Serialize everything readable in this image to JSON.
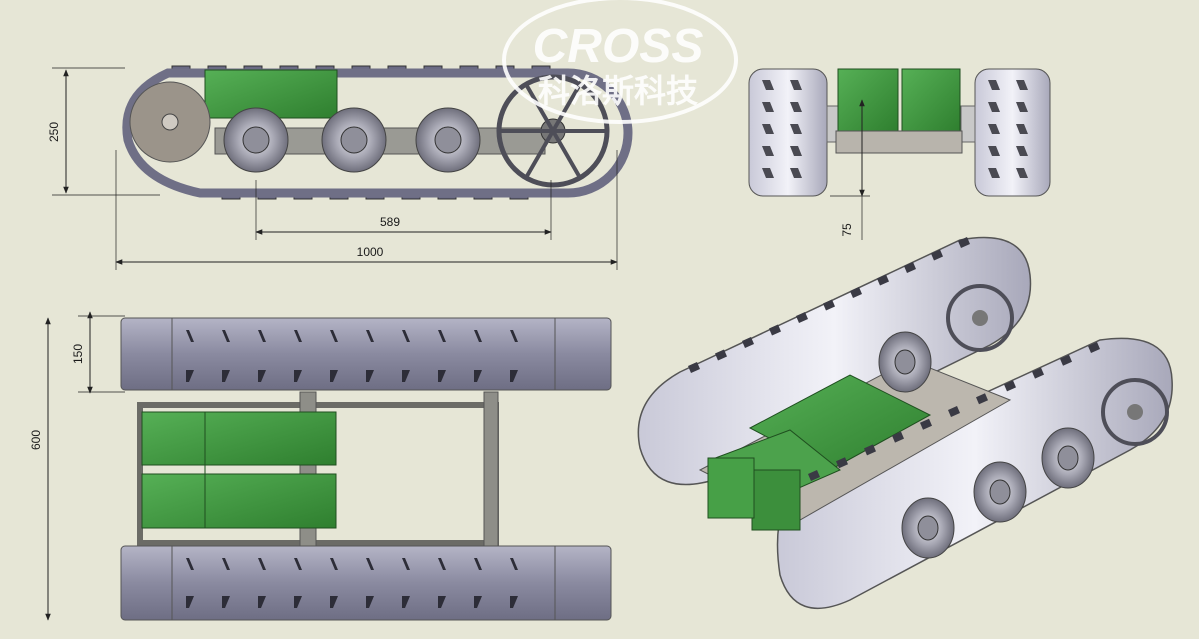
{
  "watermark": {
    "brand": "CROSS",
    "company": "科洛斯科技"
  },
  "dimensions": {
    "height_side": "250",
    "wheel_span": "589",
    "overall_length": "1000",
    "ground_clearance": "75",
    "track_width": "150",
    "overall_width": "600"
  },
  "colors": {
    "background": "#e6e6d6",
    "battery_green": "#3c8f3c",
    "track_steel": "#8c8ca0",
    "frame_gray": "#9a9a96",
    "dim_line": "#222222"
  },
  "views": [
    "side-view",
    "front-view",
    "top-view",
    "isometric-view"
  ]
}
